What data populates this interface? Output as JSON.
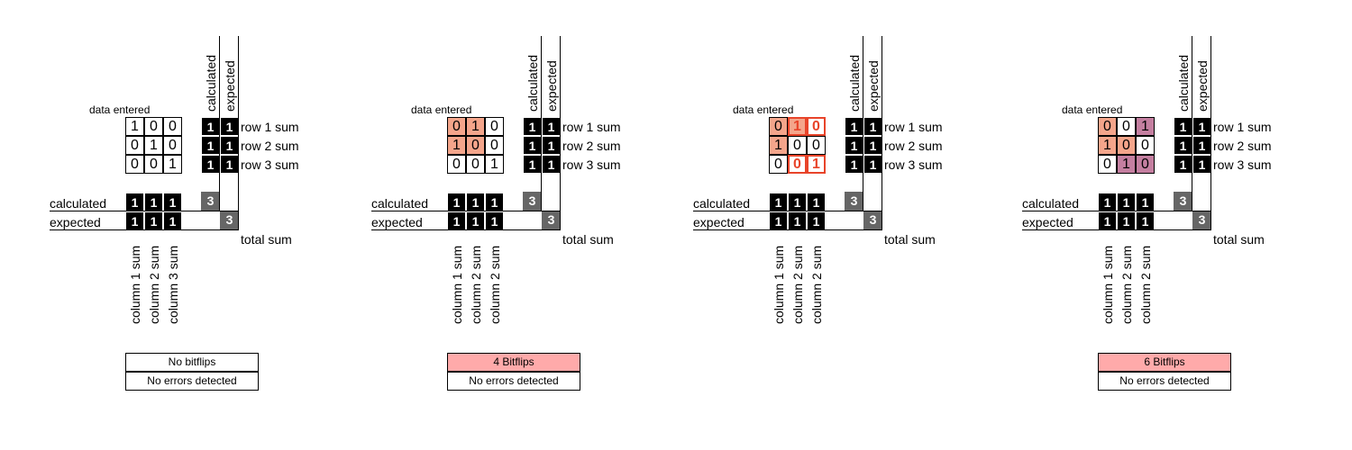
{
  "labels": {
    "data_entered": "data entered",
    "calculated": "calculated",
    "expected": "expected",
    "total_sum": "total sum"
  },
  "colors": {
    "bitflip": "#f4a58b",
    "error_overlap": "#c47fa0",
    "highlight_border": "#e8442a",
    "status_flip_bg": "#ffaaaa"
  },
  "panels": [
    {
      "id": "panel-1",
      "grid": [
        [
          "1",
          "0",
          "0"
        ],
        [
          "0",
          "1",
          "0"
        ],
        [
          "0",
          "0",
          "1"
        ]
      ],
      "fills": [
        [
          "",
          "",
          ""
        ],
        [
          "",
          "",
          ""
        ],
        [
          "",
          "",
          ""
        ]
      ],
      "red": [
        [
          false,
          false,
          false
        ],
        [
          false,
          false,
          false
        ],
        [
          false,
          false,
          false
        ]
      ],
      "row_calc": [
        "1",
        "1",
        "1"
      ],
      "row_exp": [
        "1",
        "1",
        "1"
      ],
      "row_labels": [
        "row 1 sum",
        "row 2 sum",
        "row 3 sum"
      ],
      "col_calc": [
        "1",
        "1",
        "1"
      ],
      "col_exp": [
        "1",
        "1",
        "1"
      ],
      "col_labels": [
        "column 1 sum",
        "column 2 sum",
        "column 3 sum"
      ],
      "total_calc": "3",
      "total_exp": "3",
      "status": "No bitflips",
      "status_flip": false,
      "result": "No errors detected"
    },
    {
      "id": "panel-2",
      "grid": [
        [
          "0",
          "1",
          "0"
        ],
        [
          "1",
          "0",
          "0"
        ],
        [
          "0",
          "0",
          "1"
        ]
      ],
      "fills": [
        [
          "flip",
          "flip",
          ""
        ],
        [
          "flip",
          "flip",
          ""
        ],
        [
          "",
          "",
          ""
        ]
      ],
      "red": [
        [
          false,
          false,
          false
        ],
        [
          false,
          false,
          false
        ],
        [
          false,
          false,
          false
        ]
      ],
      "row_calc": [
        "1",
        "1",
        "1"
      ],
      "row_exp": [
        "1",
        "1",
        "1"
      ],
      "row_labels": [
        "row 1 sum",
        "row 2 sum",
        "row 3 sum"
      ],
      "col_calc": [
        "1",
        "1",
        "1"
      ],
      "col_exp": [
        "1",
        "1",
        "1"
      ],
      "col_labels": [
        "column 1 sum",
        "column 2 sum",
        "column 2 sum"
      ],
      "total_calc": "3",
      "total_exp": "3",
      "status": "4 Bitflips",
      "status_flip": true,
      "result": "No errors detected"
    },
    {
      "id": "panel-3",
      "grid": [
        [
          "0",
          "1",
          "0"
        ],
        [
          "1",
          "0",
          "0"
        ],
        [
          "0",
          "0",
          "1"
        ]
      ],
      "fills": [
        [
          "flip",
          "flip",
          ""
        ],
        [
          "flip",
          "",
          ""
        ],
        [
          "",
          "",
          ""
        ]
      ],
      "red": [
        [
          false,
          true,
          true
        ],
        [
          false,
          false,
          false
        ],
        [
          false,
          true,
          true
        ]
      ],
      "row_calc": [
        "1",
        "1",
        "1"
      ],
      "row_exp": [
        "1",
        "1",
        "1"
      ],
      "row_labels": [
        "row 1 sum",
        "row 2 sum",
        "row 3 sum"
      ],
      "col_calc": [
        "1",
        "1",
        "1"
      ],
      "col_exp": [
        "1",
        "1",
        "1"
      ],
      "col_labels": [
        "column 1 sum",
        "column 2 sum",
        "column 2 sum"
      ],
      "total_calc": "3",
      "total_exp": "3",
      "status": "",
      "status_flip": false,
      "result": ""
    },
    {
      "id": "panel-4",
      "grid": [
        [
          "0",
          "0",
          "1"
        ],
        [
          "1",
          "0",
          "0"
        ],
        [
          "0",
          "1",
          "0"
        ]
      ],
      "fills": [
        [
          "flip",
          "",
          "mix"
        ],
        [
          "flip",
          "flip",
          ""
        ],
        [
          "",
          "mix",
          "mix"
        ]
      ],
      "red": [
        [
          false,
          false,
          false
        ],
        [
          false,
          false,
          false
        ],
        [
          false,
          false,
          false
        ]
      ],
      "row_calc": [
        "1",
        "1",
        "1"
      ],
      "row_exp": [
        "1",
        "1",
        "1"
      ],
      "row_labels": [
        "row 1 sum",
        "row 2 sum",
        "row 3 sum"
      ],
      "col_calc": [
        "1",
        "1",
        "1"
      ],
      "col_exp": [
        "1",
        "1",
        "1"
      ],
      "col_labels": [
        "column 1 sum",
        "column 2 sum",
        "column 2 sum"
      ],
      "total_calc": "3",
      "total_exp": "3",
      "status": "6 Bitflips",
      "status_flip": true,
      "result": "No errors detected"
    }
  ]
}
